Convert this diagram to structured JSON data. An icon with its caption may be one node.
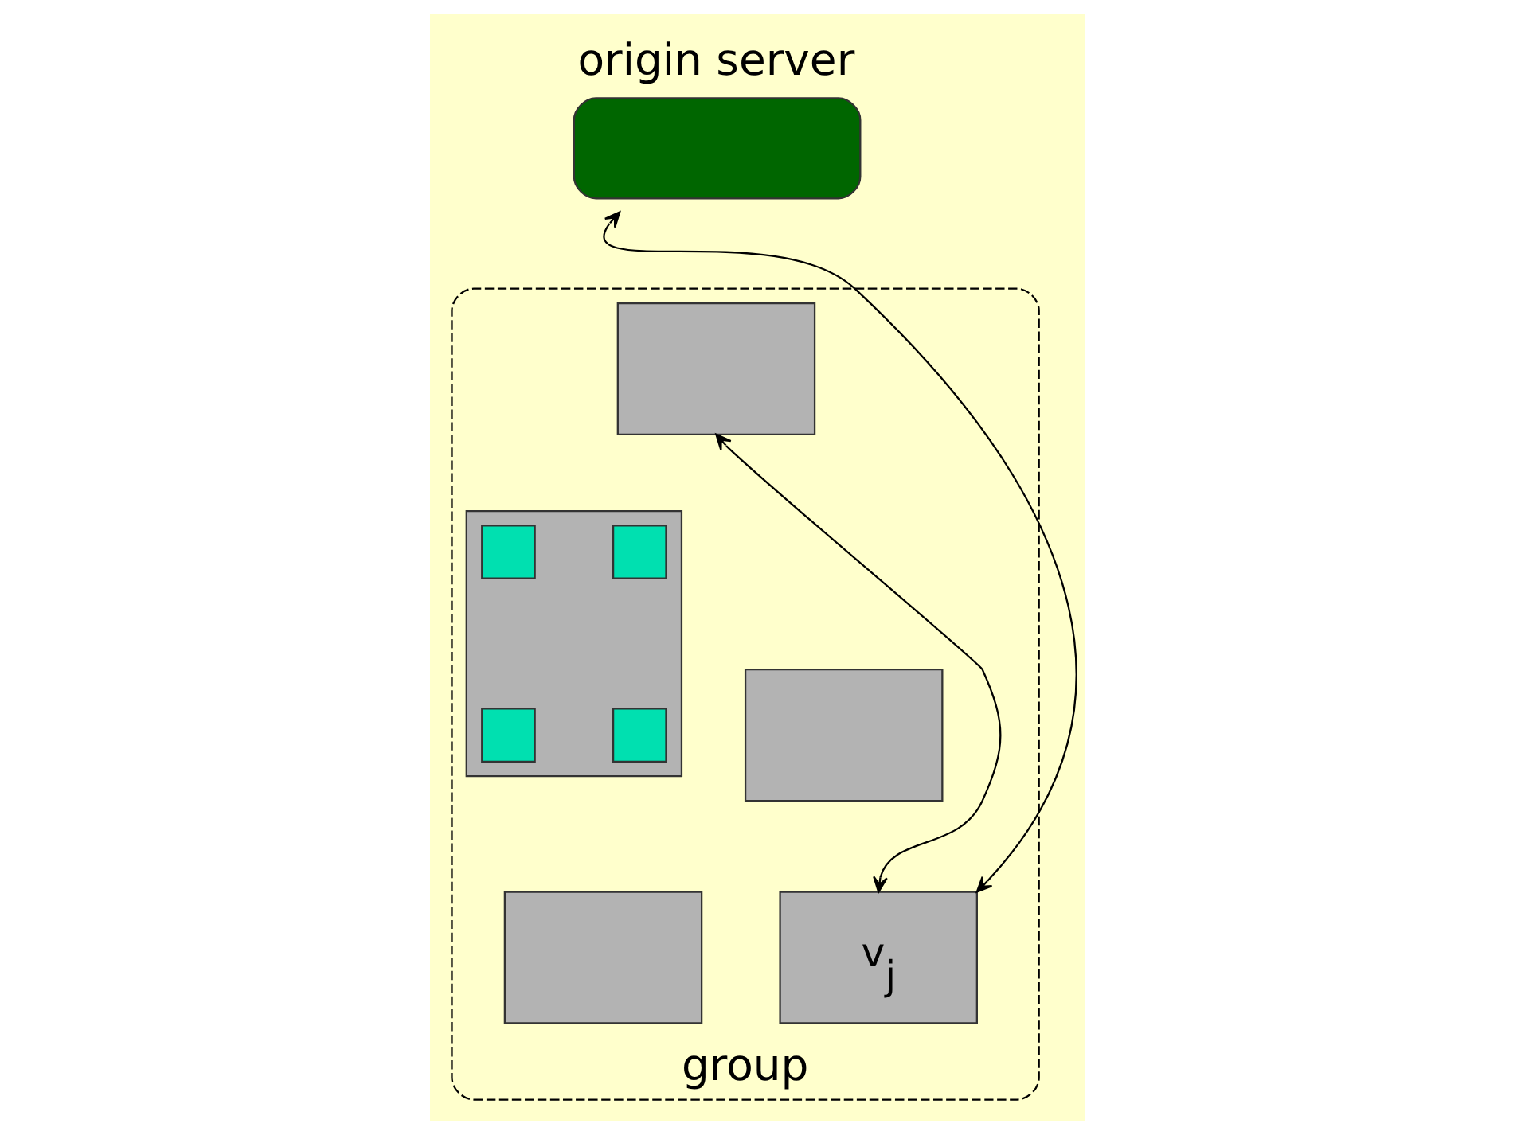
{
  "diagram": {
    "nodes": [
      {
        "text": [
          "origin server"
        ]
      },
      {
        "text": [
          "group"
        ]
      },
      {
        "text": [],
        "shape": "box",
        "in": 1
      },
      {
        "text": [],
        "shape": "box",
        "in": 1
      },
      {
        "text": [],
        "shape": "box",
        "in": 1
      },
      {
        "text": [],
        "shape": "box",
        "in": 4
      },
      {
        "text": [],
        "shape": "box",
        "in": 4
      },
      {
        "text": [],
        "shape": "box",
        "in": 4
      },
      {
        "text": [],
        "shape": "box",
        "in": 4
      },
      {
        "text": [],
        "shape": "box",
        "in": 1
      },
      {
        "text": [
          "v$_{j}$"
        ],
        "in": 1
      }
    ],
    "edges": [
      {
        "from": 10,
        "to": 2,
        "arrow": "both"
      },
      {
        "from": 10,
        "to": 0,
        "arrow": "both"
      }
    ]
  }
}
